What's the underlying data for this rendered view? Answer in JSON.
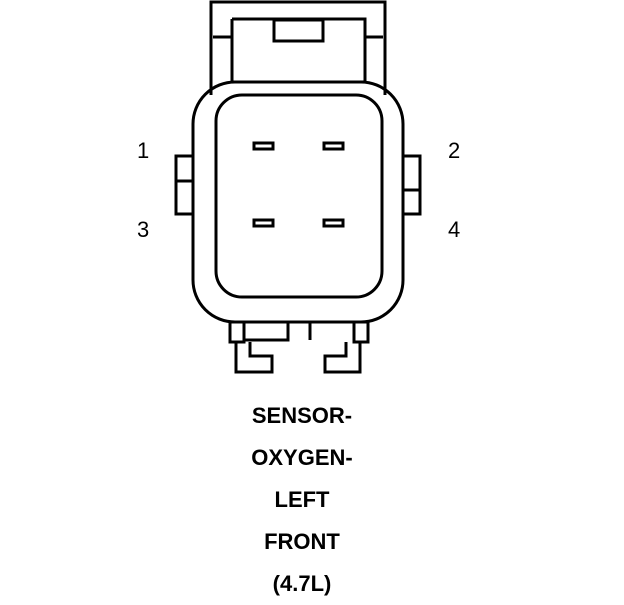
{
  "pins": [
    {
      "number": "1"
    },
    {
      "number": "2"
    },
    {
      "number": "3"
    },
    {
      "number": "4"
    }
  ],
  "caption_lines": [
    "SENSOR-",
    "OXYGEN-",
    "LEFT",
    "FRONT",
    "(4.7L)"
  ],
  "colors": {
    "ink": "#000000",
    "background": "#ffffff"
  }
}
